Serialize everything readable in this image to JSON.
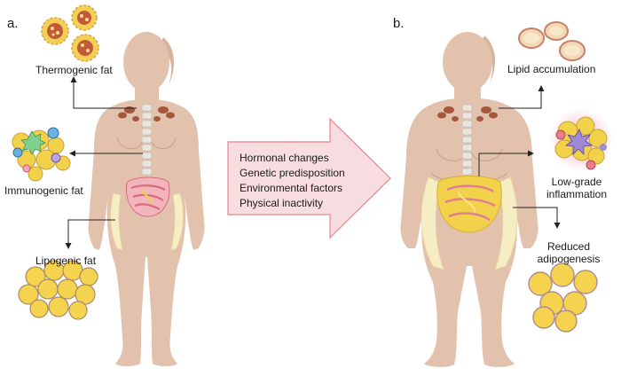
{
  "panels": {
    "a": "a.",
    "b": "b."
  },
  "left": {
    "thermogenic": "Thermogenic fat",
    "immunogenic": "Immunogenic fat",
    "lipogenic": "Lipogenic fat"
  },
  "right": {
    "lipid": "Lipid accumulation",
    "inflammation_1": "Low-grade",
    "inflammation_2": "inflammation",
    "adipogenesis_1": "Reduced",
    "adipogenesis_2": "adipogenesis"
  },
  "factors": [
    "Hormonal changes",
    "Genetic predisposition",
    "Environmental factors",
    "Physical inactivity"
  ],
  "colors": {
    "skin": "#e3c2ad",
    "skin_shade": "#d9b29c",
    "fat_yellow": "#f2d24a",
    "gut_pink": "#ea8a96",
    "arrow_fill": "#f8dde0",
    "arrow_stroke": "#e8838f",
    "brown_fat": "#a4573c"
  }
}
